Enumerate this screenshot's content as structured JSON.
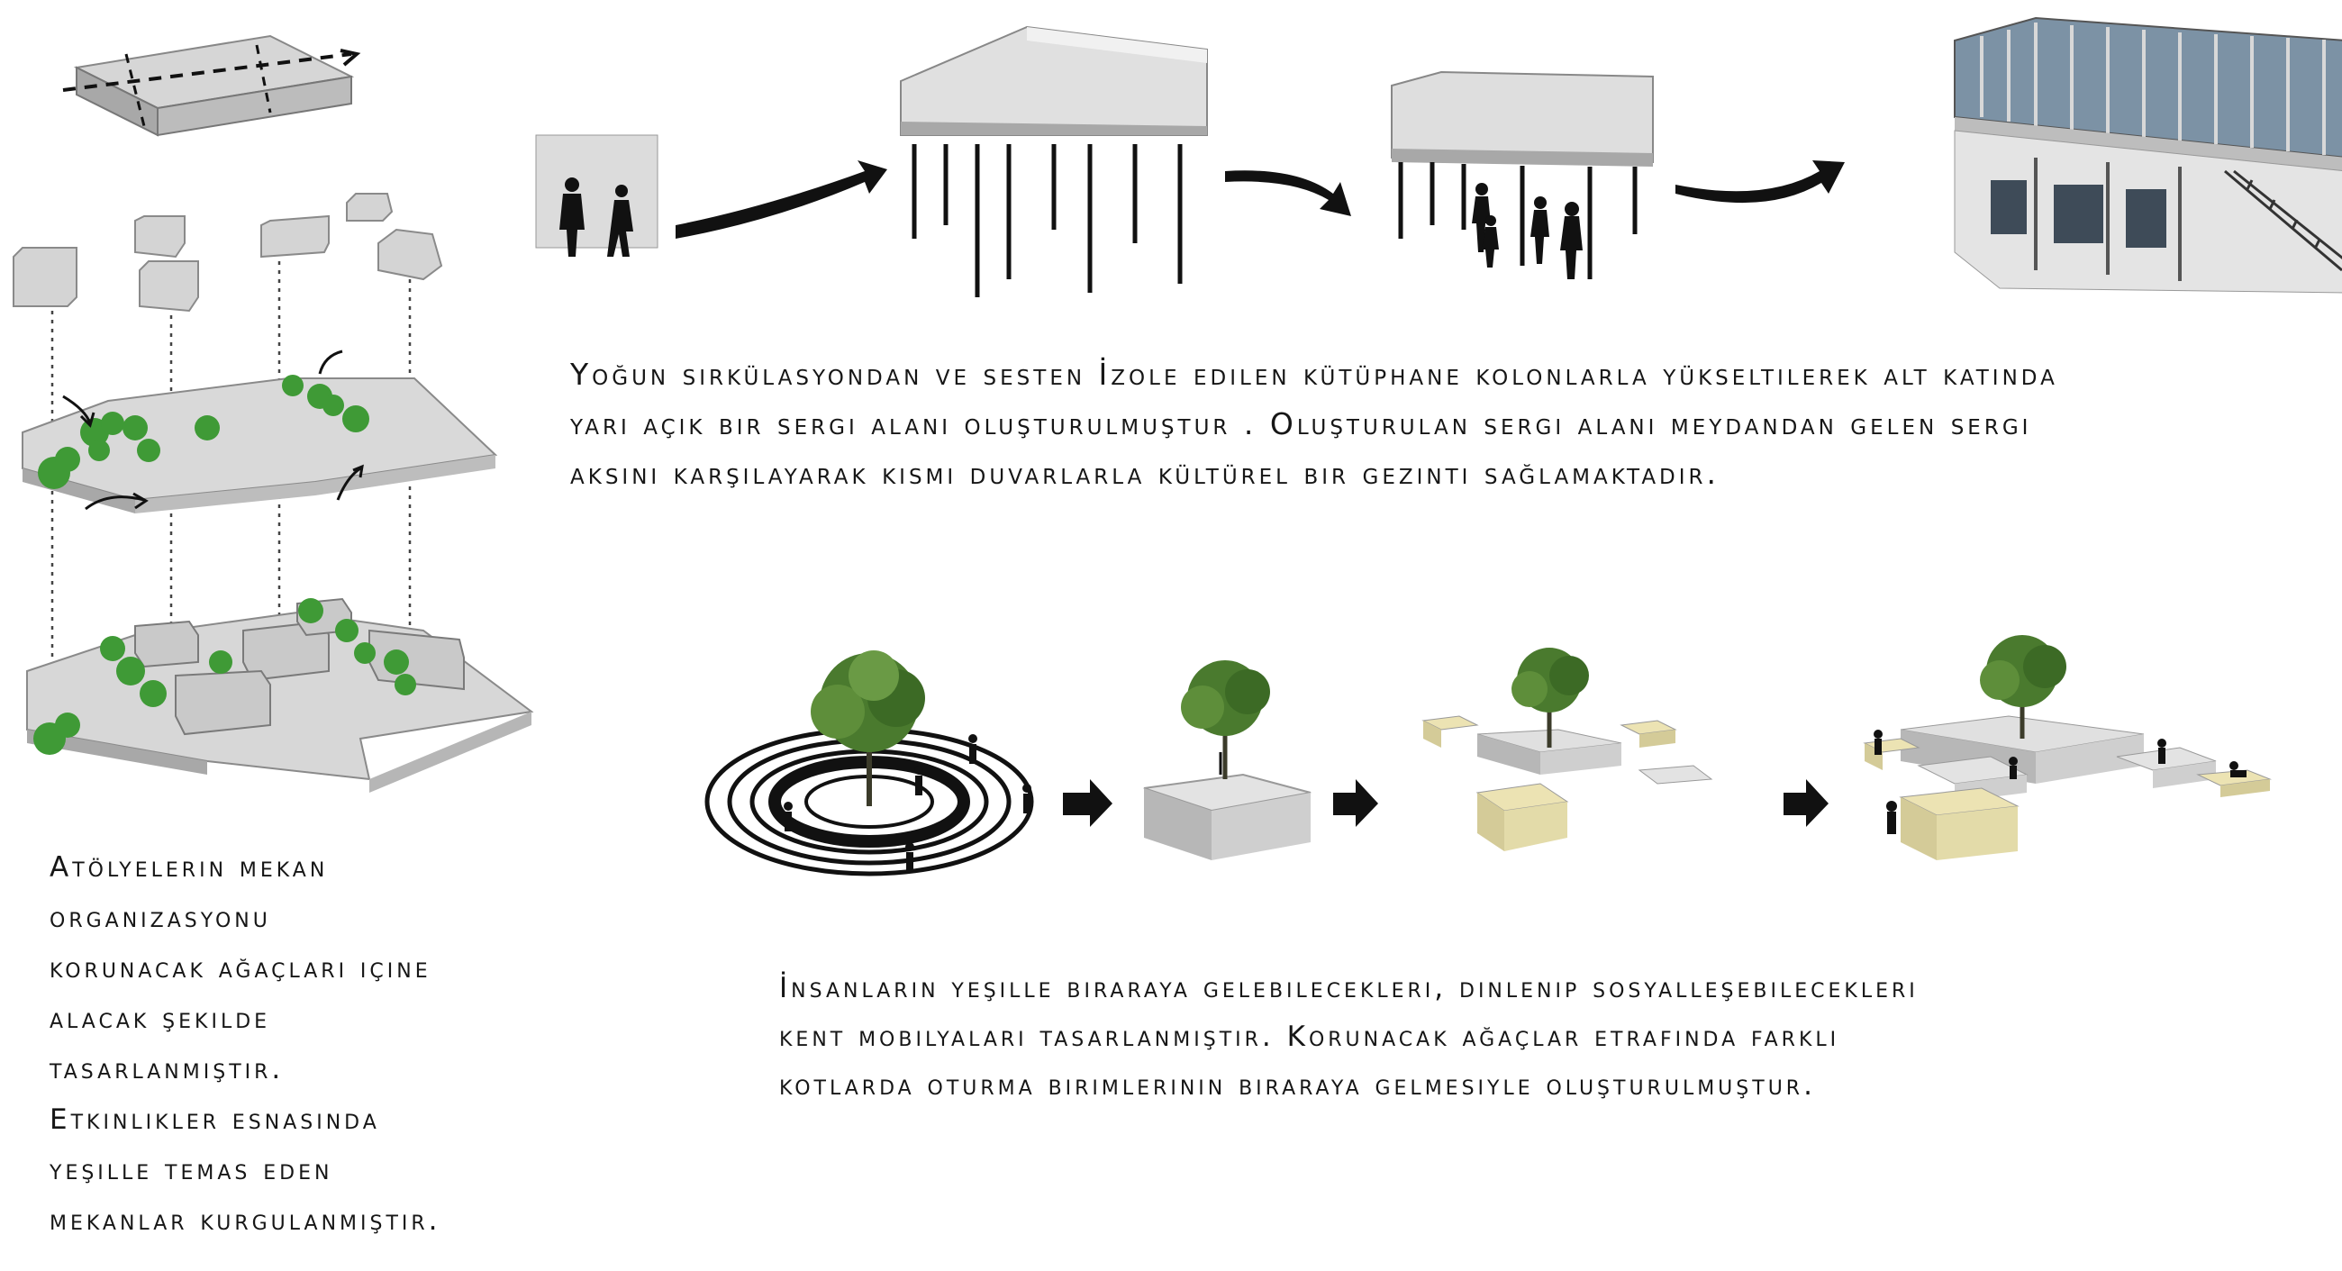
{
  "texts": {
    "library": {
      "lines": [
        "Yoğun sirkülasyondan ve sesten İzole edilen kütüphane kolonlarla yükseltilerek alt katında",
        "yarı açık bir sergi alanı oluşturulmuştur . Oluşturulan sergi alanı meydandan gelen sergi",
        "aksını karşılayarak kısmi duvarlarla kültürel bir gezinti sağlamaktadır."
      ]
    },
    "workshops": {
      "lines": [
        "Atölyelerin mekan",
        "organizasyonu",
        "korunacak ağaçları içine",
        "alacak şekilde",
        "tasarlanmıştır.",
        "Etkinlikler esnasında",
        "yeşille temas eden",
        "mekanlar kurgulanmıştır."
      ]
    },
    "furniture": {
      "lines": [
        "İnsanların yeşille biraraya gelebilecekleri, dinlenip sosyalleşebilecekleri",
        "kent mobilyaları tasarlanmıştır. Korunacak ağaçlar etrafında farklı",
        "kotlarda oturma birimlerinin biraraya gelmesiyle oluşturulmuştur."
      ]
    }
  },
  "colors": {
    "text": "#161616",
    "slab": "#cfcfcf",
    "slab_side": "#9c9c9c",
    "tree": "#3d8f35",
    "tree_light": "#6fbf5a",
    "arrow": "#111111",
    "seat_yellow": "#efe6b8",
    "glass": "#5d7f99"
  },
  "icons": [
    "curved-arrow-icon",
    "right-arrow-icon",
    "person-silhouette-icon",
    "tree-icon"
  ]
}
